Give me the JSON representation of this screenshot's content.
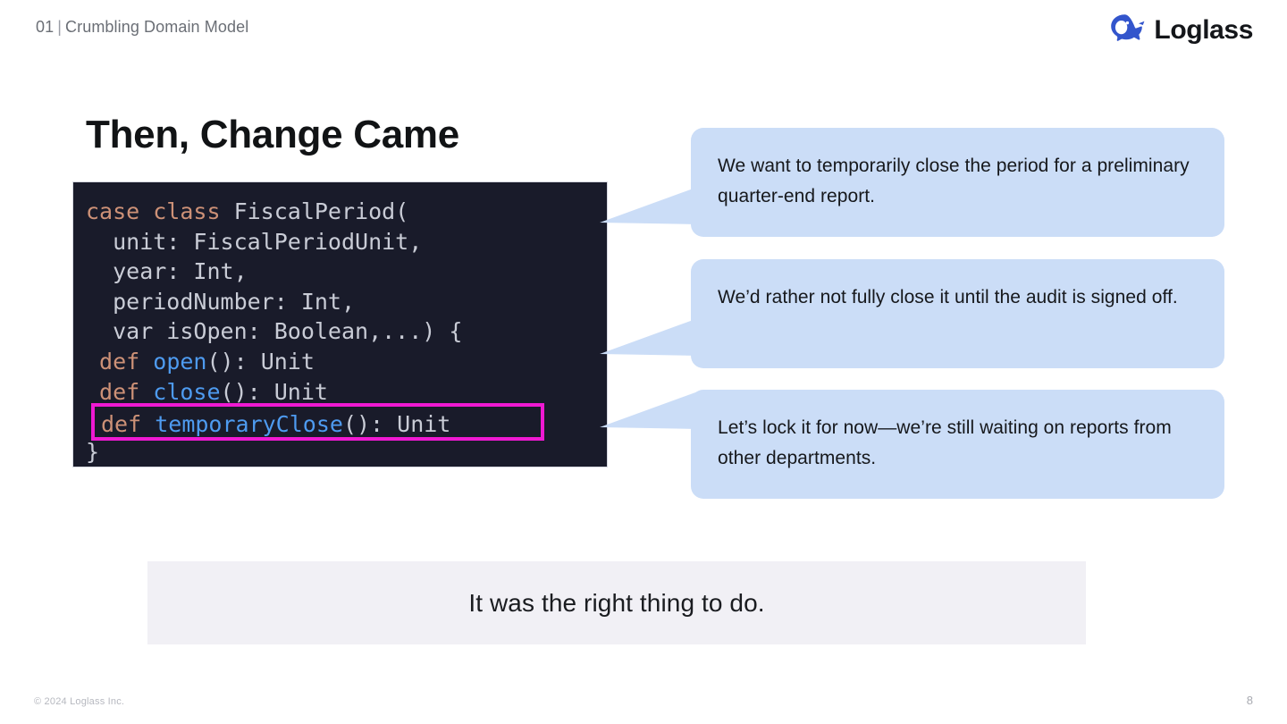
{
  "header": {
    "section_number": "01",
    "separator": "|",
    "section_title": "Crumbling Domain Model"
  },
  "brand": {
    "name": "Loglass",
    "logo_icon": "whale-icon",
    "logo_color": "#3355cc"
  },
  "title": "Then, Change Came",
  "code_block": {
    "language": "scala",
    "background_color": "#191b2a",
    "lines": [
      [
        {
          "t": "case class ",
          "c": "kw"
        },
        {
          "t": "FiscalPeriod(",
          "c": "pl"
        }
      ],
      [
        {
          "t": "  unit: FiscalPeriodUnit,",
          "c": "pl"
        }
      ],
      [
        {
          "t": "  year: Int,",
          "c": "pl"
        }
      ],
      [
        {
          "t": "  periodNumber: Int,",
          "c": "pl"
        }
      ],
      [
        {
          "t": "  var isOpen: Boolean,...) {",
          "c": "pl"
        }
      ],
      [
        {
          "t": " def ",
          "c": "kw"
        },
        {
          "t": "open",
          "c": "fn"
        },
        {
          "t": "(): Unit",
          "c": "pl"
        }
      ],
      [
        {
          "t": " def ",
          "c": "kw"
        },
        {
          "t": "close",
          "c": "fn"
        },
        {
          "t": "(): Unit",
          "c": "pl"
        }
      ],
      [
        {
          "t": "",
          "c": "pl"
        }
      ],
      [
        {
          "t": "}",
          "c": "pl"
        }
      ]
    ],
    "highlight": {
      "border_color": "#ef19d2",
      "segments": [
        {
          "t": "def ",
          "c": "kw"
        },
        {
          "t": "temporaryClose",
          "c": "fn"
        },
        {
          "t": "(): Unit",
          "c": "pl"
        }
      ],
      "plain_text": "def temporaryClose(): Unit"
    }
  },
  "bubbles": [
    {
      "id": "bubble-1",
      "text": "We want to temporarily close the period for a preliminary quarter-end report.",
      "background_color": "#cbddf7",
      "tail": "down-left"
    },
    {
      "id": "bubble-2",
      "text": "We’d rather not fully close it until the audit is signed off.",
      "background_color": "#cbddf7",
      "tail": "down-left"
    },
    {
      "id": "bubble-3",
      "text": "Let’s lock it for now—we’re still waiting on reports from other departments.",
      "background_color": "#cbddf7",
      "tail": "up-left"
    }
  ],
  "banner": {
    "text": "It was the right thing to do.",
    "background_color": "#f1f0f5"
  },
  "footer": {
    "copyright": "© 2024 Loglass Inc.",
    "page_number": "8"
  }
}
